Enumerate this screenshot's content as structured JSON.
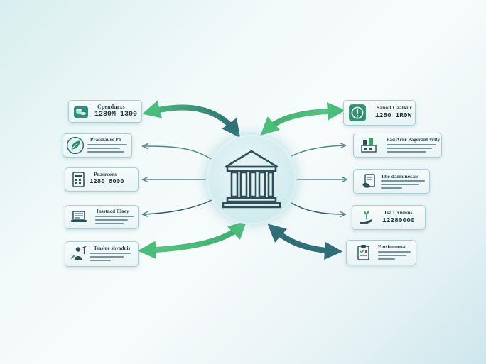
{
  "colors": {
    "green_arrow": "#4bbd7a",
    "teal_arrow": "#2e6f78",
    "connector": "#4e8a85",
    "hub_icon": "#2f4e57"
  },
  "hub": {
    "icon": "bank-building-icon"
  },
  "cards": {
    "left_1": {
      "icon": "coins-cash-icon",
      "title": "Cpendurxs",
      "value": "1280M 1300"
    },
    "left_2": {
      "icon": "leaf-check-icon",
      "title": "Prasdlaurs Pb"
    },
    "left_3": {
      "icon": "document-calculator-icon",
      "title": "Prasrcens",
      "value": "1280 8000"
    },
    "left_4": {
      "icon": "laptop-computer-icon",
      "title": "Insstncd Claey"
    },
    "left_5": {
      "icon": "farmer-tools-icon",
      "title": "Tsaslue shvaduis"
    },
    "right_1": {
      "icon": "alert-badge-icon",
      "title": "Sanoil Caalkur",
      "value": "1280 1R0W"
    },
    "right_2": {
      "icon": "factory-machine-icon",
      "title": "Pad Arxr Pagerant vrtty"
    },
    "right_3": {
      "icon": "handshake-document-icon",
      "title": "The damunesals"
    },
    "right_4": {
      "icon": "hand-plant-icon",
      "title": "Tsa Cxnmns",
      "value": "12280000"
    },
    "right_5": {
      "icon": "checklist-clipboard-icon",
      "title": "Emsfunneoal"
    }
  }
}
